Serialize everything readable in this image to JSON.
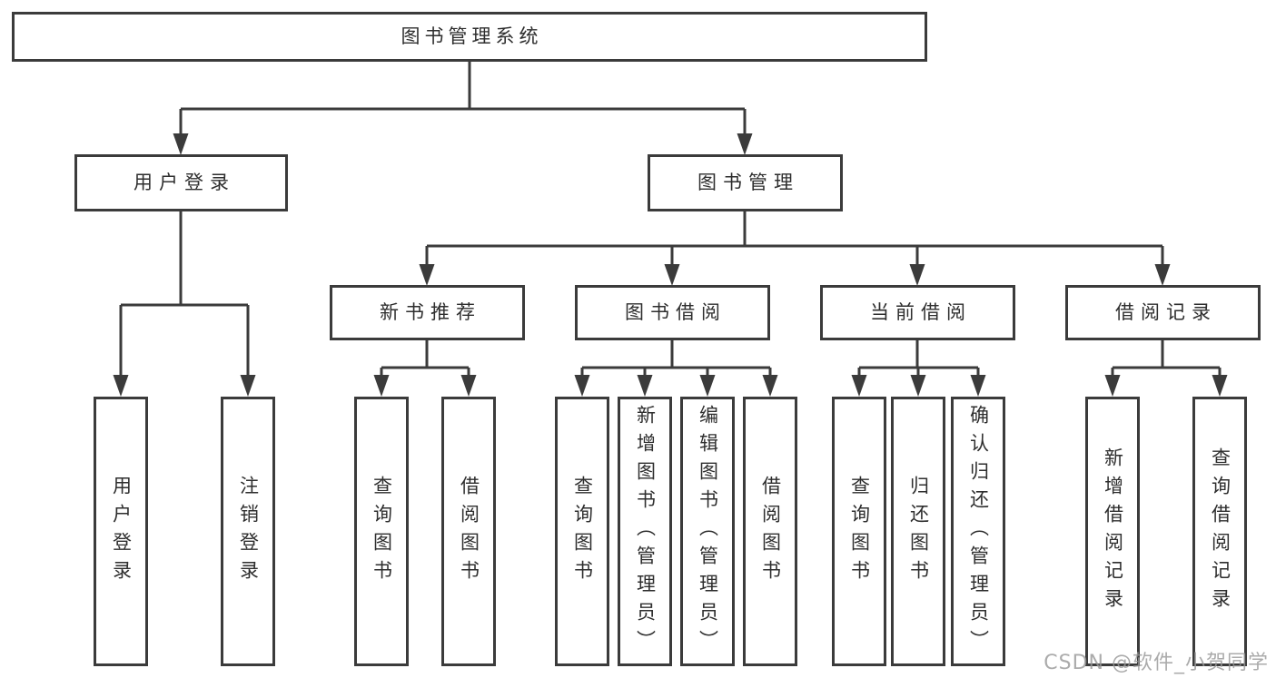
{
  "title": "图书管理系统",
  "watermark": "CSDN @软件_小贺同学",
  "colors": {
    "line": "#3b3b3b",
    "box_border": "#3b3b3b",
    "text": "#2e2e2e",
    "background": "#ffffff",
    "watermark": "#989898"
  },
  "tree": {
    "root": {
      "label": "图书管理系统"
    },
    "children": [
      {
        "label": "用户登录",
        "children": [
          {
            "label": "用户登录"
          },
          {
            "label": "注销登录"
          }
        ]
      },
      {
        "label": "图书管理",
        "children": [
          {
            "label": "新书推荐",
            "children": [
              {
                "label": "查询图书"
              },
              {
                "label": "借阅图书"
              }
            ]
          },
          {
            "label": "图书借阅",
            "children": [
              {
                "label": "查询图书"
              },
              {
                "label": "新增图书（管理员）"
              },
              {
                "label": "编辑图书（管理员）"
              },
              {
                "label": "借阅图书"
              }
            ]
          },
          {
            "label": "当前借阅",
            "children": [
              {
                "label": "查询图书"
              },
              {
                "label": "归还图书"
              },
              {
                "label": "确认归还（管理员）"
              }
            ]
          },
          {
            "label": "借阅记录",
            "children": [
              {
                "label": "新增借阅记录"
              },
              {
                "label": "查询借阅记录"
              }
            ]
          }
        ]
      }
    ]
  }
}
